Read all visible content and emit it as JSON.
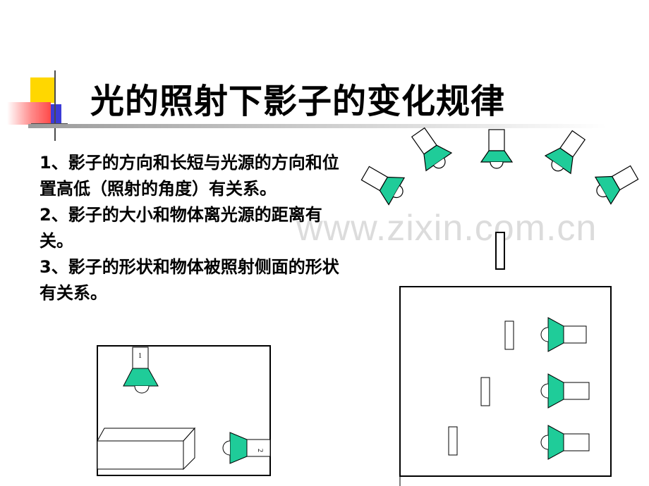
{
  "title": "光的照射下影子的变化规律",
  "points": [
    {
      "num": "1",
      "text": "、影子的方向和长短与光源的方向和位置高低（照射的角度）有关系。"
    },
    {
      "num": "2",
      "text": "、影子的大小和物体离光源的距离有关。"
    },
    {
      "num": "3",
      "text": "、影子的形状和物体被照射侧面的形状有关系。"
    }
  ],
  "watermark": "www.zixin.com.cn",
  "diagram_labels": {
    "lamp_top": "1",
    "lamp_right": "2"
  },
  "colors": {
    "lamp_shade": "#1fcc99",
    "outline": "#000000",
    "title_gradient": "#9a9a9a"
  }
}
